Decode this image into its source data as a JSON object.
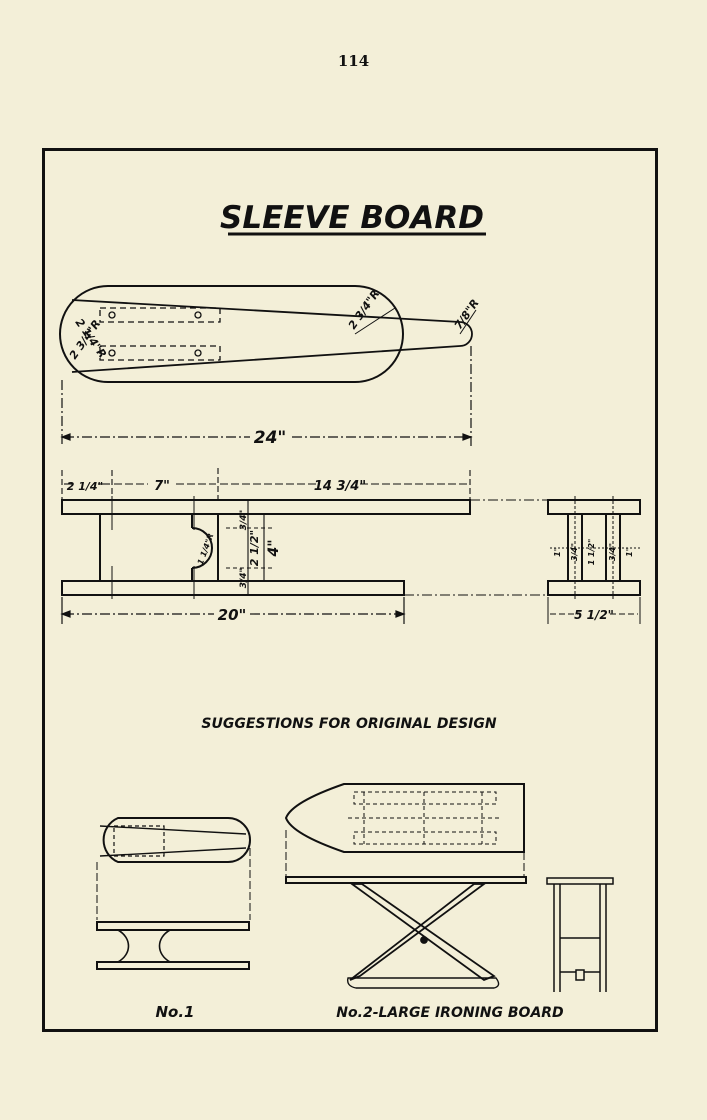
{
  "page": {
    "number": "114"
  },
  "title": "SLEEVE BOARD",
  "top_view": {
    "radii": [
      "2 1/4\"R",
      "2 3/4\"R",
      "2 3/4\"R",
      "7/8\"R"
    ]
  },
  "dimensions": {
    "overall_length": "24\"",
    "segment_a": "2 1/4\"",
    "segment_b": "7\"",
    "segment_c": "14 3/4\"",
    "base_length": "20\"",
    "end_width": "5 1/2\"",
    "height": "4\"",
    "inner_height": "2 1/2\"",
    "top_thickness": "3/4\"",
    "bottom_thickness": "3/4\"",
    "arc_radius": "1 1/4\"R",
    "end_parts": [
      "1\"",
      "3/4\"",
      "1 1/2\"",
      "3/4\"",
      "1\""
    ]
  },
  "suggestions": {
    "heading": "SUGGESTIONS FOR ORIGINAL DESIGN",
    "caption_1": "No.1",
    "caption_2": "No.2-LARGE IRONING BOARD"
  }
}
